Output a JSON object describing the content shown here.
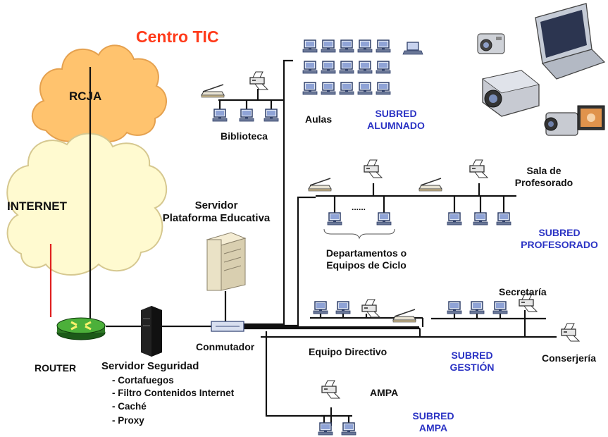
{
  "title": "Centro TIC",
  "clouds": {
    "rcja": "RCJA",
    "internet": "INTERNET"
  },
  "devices": {
    "router": "ROUTER",
    "servidor_seguridad": "Servidor Seguridad",
    "seguridad_features": [
      "- Cortafuegos",
      "- Filtro Contenidos Internet",
      "- Caché",
      "- Proxy"
    ],
    "servidor_plataforma_line1": "Servidor",
    "servidor_plataforma_line2": "Plataforma Educativa",
    "conmutador": "Conmutador"
  },
  "locations": {
    "biblioteca": "Biblioteca",
    "aulas": "Aulas",
    "sala_line1": "Sala de",
    "sala_line2": "Profesorado",
    "departamentos_line1": "Departamentos o",
    "departamentos_line2": "Equipos de Ciclo",
    "secretaria": "Secretaría",
    "equipo_directivo": "Equipo Directivo",
    "conserjeria": "Conserjería",
    "ampa": "AMPA",
    "dots": "......"
  },
  "subnets": {
    "alumnado": [
      "SUBRED",
      "ALUMNADO"
    ],
    "profesorado": [
      "SUBRED",
      "PROFESORADO"
    ],
    "gestion": [
      "SUBRED",
      "GESTIÓN"
    ],
    "ampa": [
      "SUBRED",
      "AMPA"
    ]
  },
  "colors": {
    "title": "#ff3a1a",
    "subnet_text": "#2b33c4",
    "cloud_orange": "#ffc36e",
    "cloud_yellow": "#fffad0",
    "router_green": "#3c9a2e",
    "internet_link": "#e02020"
  }
}
